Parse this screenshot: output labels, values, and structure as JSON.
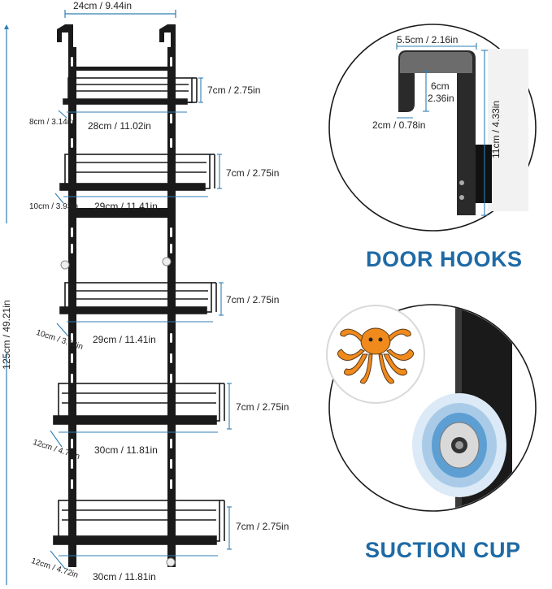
{
  "product": {
    "top_width": "24cm / 9.44in",
    "total_height": "125cm / 49.21in",
    "baskets": [
      {
        "height": "7cm / 2.75in",
        "width": "28cm / 11.02in",
        "depth": "8cm / 3.14in"
      },
      {
        "height": "7cm / 2.75in",
        "width": "29cm / 11.41in",
        "depth": "10cm / 3.93in"
      },
      {
        "height": "7cm / 2.75in",
        "width": "29cm / 11.41in",
        "depth": "10cm / 3.93in"
      },
      {
        "height": "7cm / 2.75in",
        "width": "30cm / 11.81in",
        "depth": "12cm / 4.72in"
      },
      {
        "height": "7cm / 2.75in",
        "width": "30cm / 11.81in",
        "depth": "12cm / 4.72in"
      }
    ]
  },
  "door_hooks": {
    "caption": "DOOR HOOKS",
    "top_width": "5.5cm / 2.16in",
    "inner_height_cm": "6cm",
    "inner_height_in": "2.36in",
    "gap": "2cm / 0.78in",
    "total_height": "11cm / 4.33in"
  },
  "suction_cup": {
    "caption": "SUCTION CUP"
  },
  "colors": {
    "caption_blue": "#1f6aa5",
    "rack_black": "#1a1a1a",
    "dim_line_blue": "#2f7fb5"
  }
}
